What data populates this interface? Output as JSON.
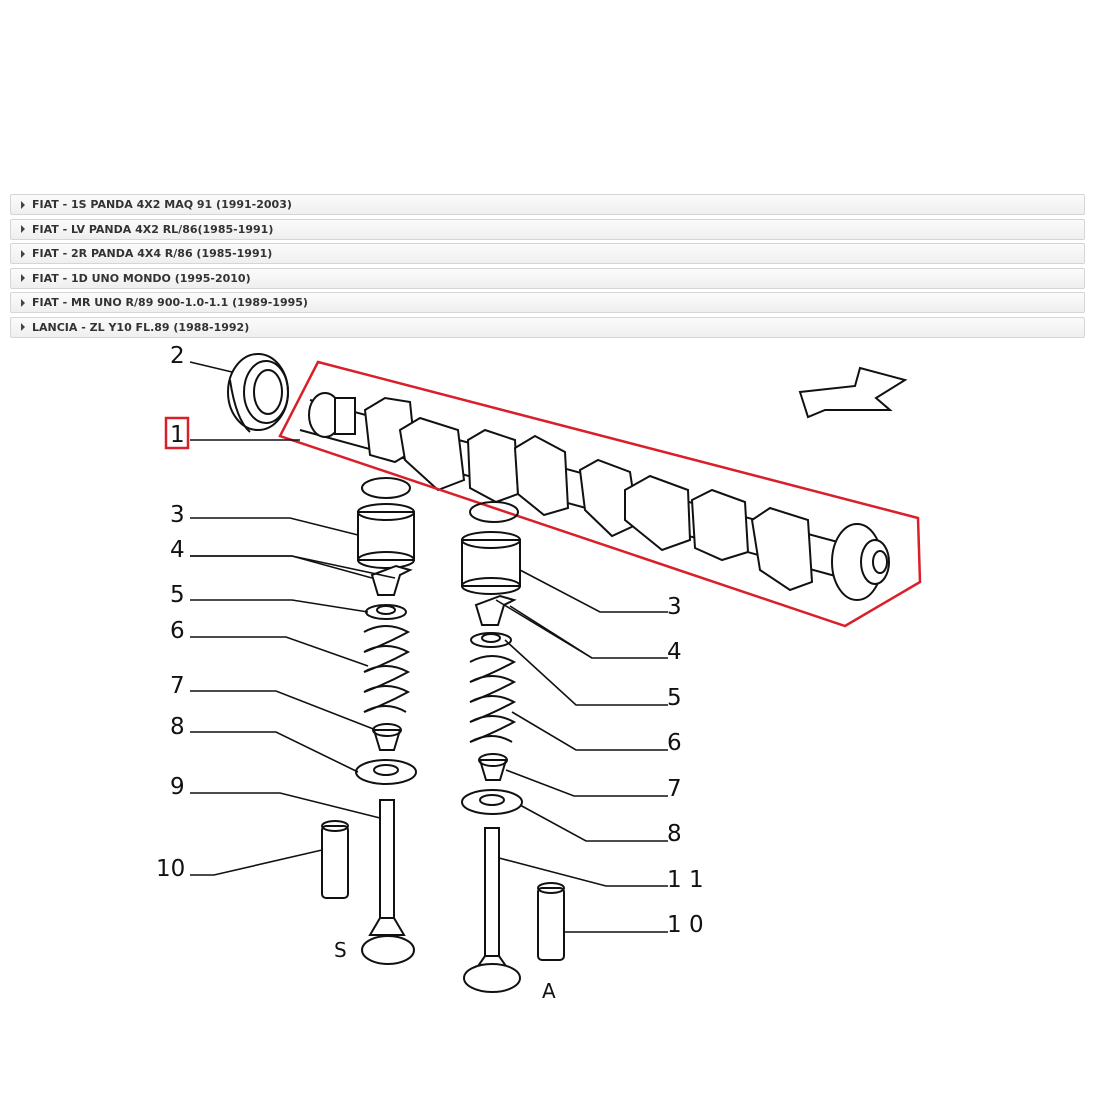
{
  "applications": [
    {
      "label": "FIAT - 1S PANDA 4X2 MAQ 91 (1991-2003)"
    },
    {
      "label": "FIAT - LV PANDA 4X2 RL/86(1985-1991)"
    },
    {
      "label": "FIAT - 2R PANDA 4X4 R/86 (1985-1991)"
    },
    {
      "label": "FIAT - 1D UNO MONDO (1995-2010)"
    },
    {
      "label": "FIAT - MR UNO R/89 900-1.0-1.1 (1989-1995)"
    },
    {
      "label": "LANCIA - ZL Y10 FL.89 (1988-1992)"
    }
  ],
  "callouts": {
    "left": [
      "2",
      "1",
      "3",
      "4",
      "5",
      "6",
      "7",
      "8",
      "9",
      "10"
    ],
    "right": [
      "3",
      "4",
      "5",
      "6",
      "7",
      "8",
      "1 1",
      "1 0"
    ],
    "valve_s": "S",
    "valve_a": "A"
  },
  "highlight": {
    "part": "1",
    "color": "#d9202a"
  }
}
